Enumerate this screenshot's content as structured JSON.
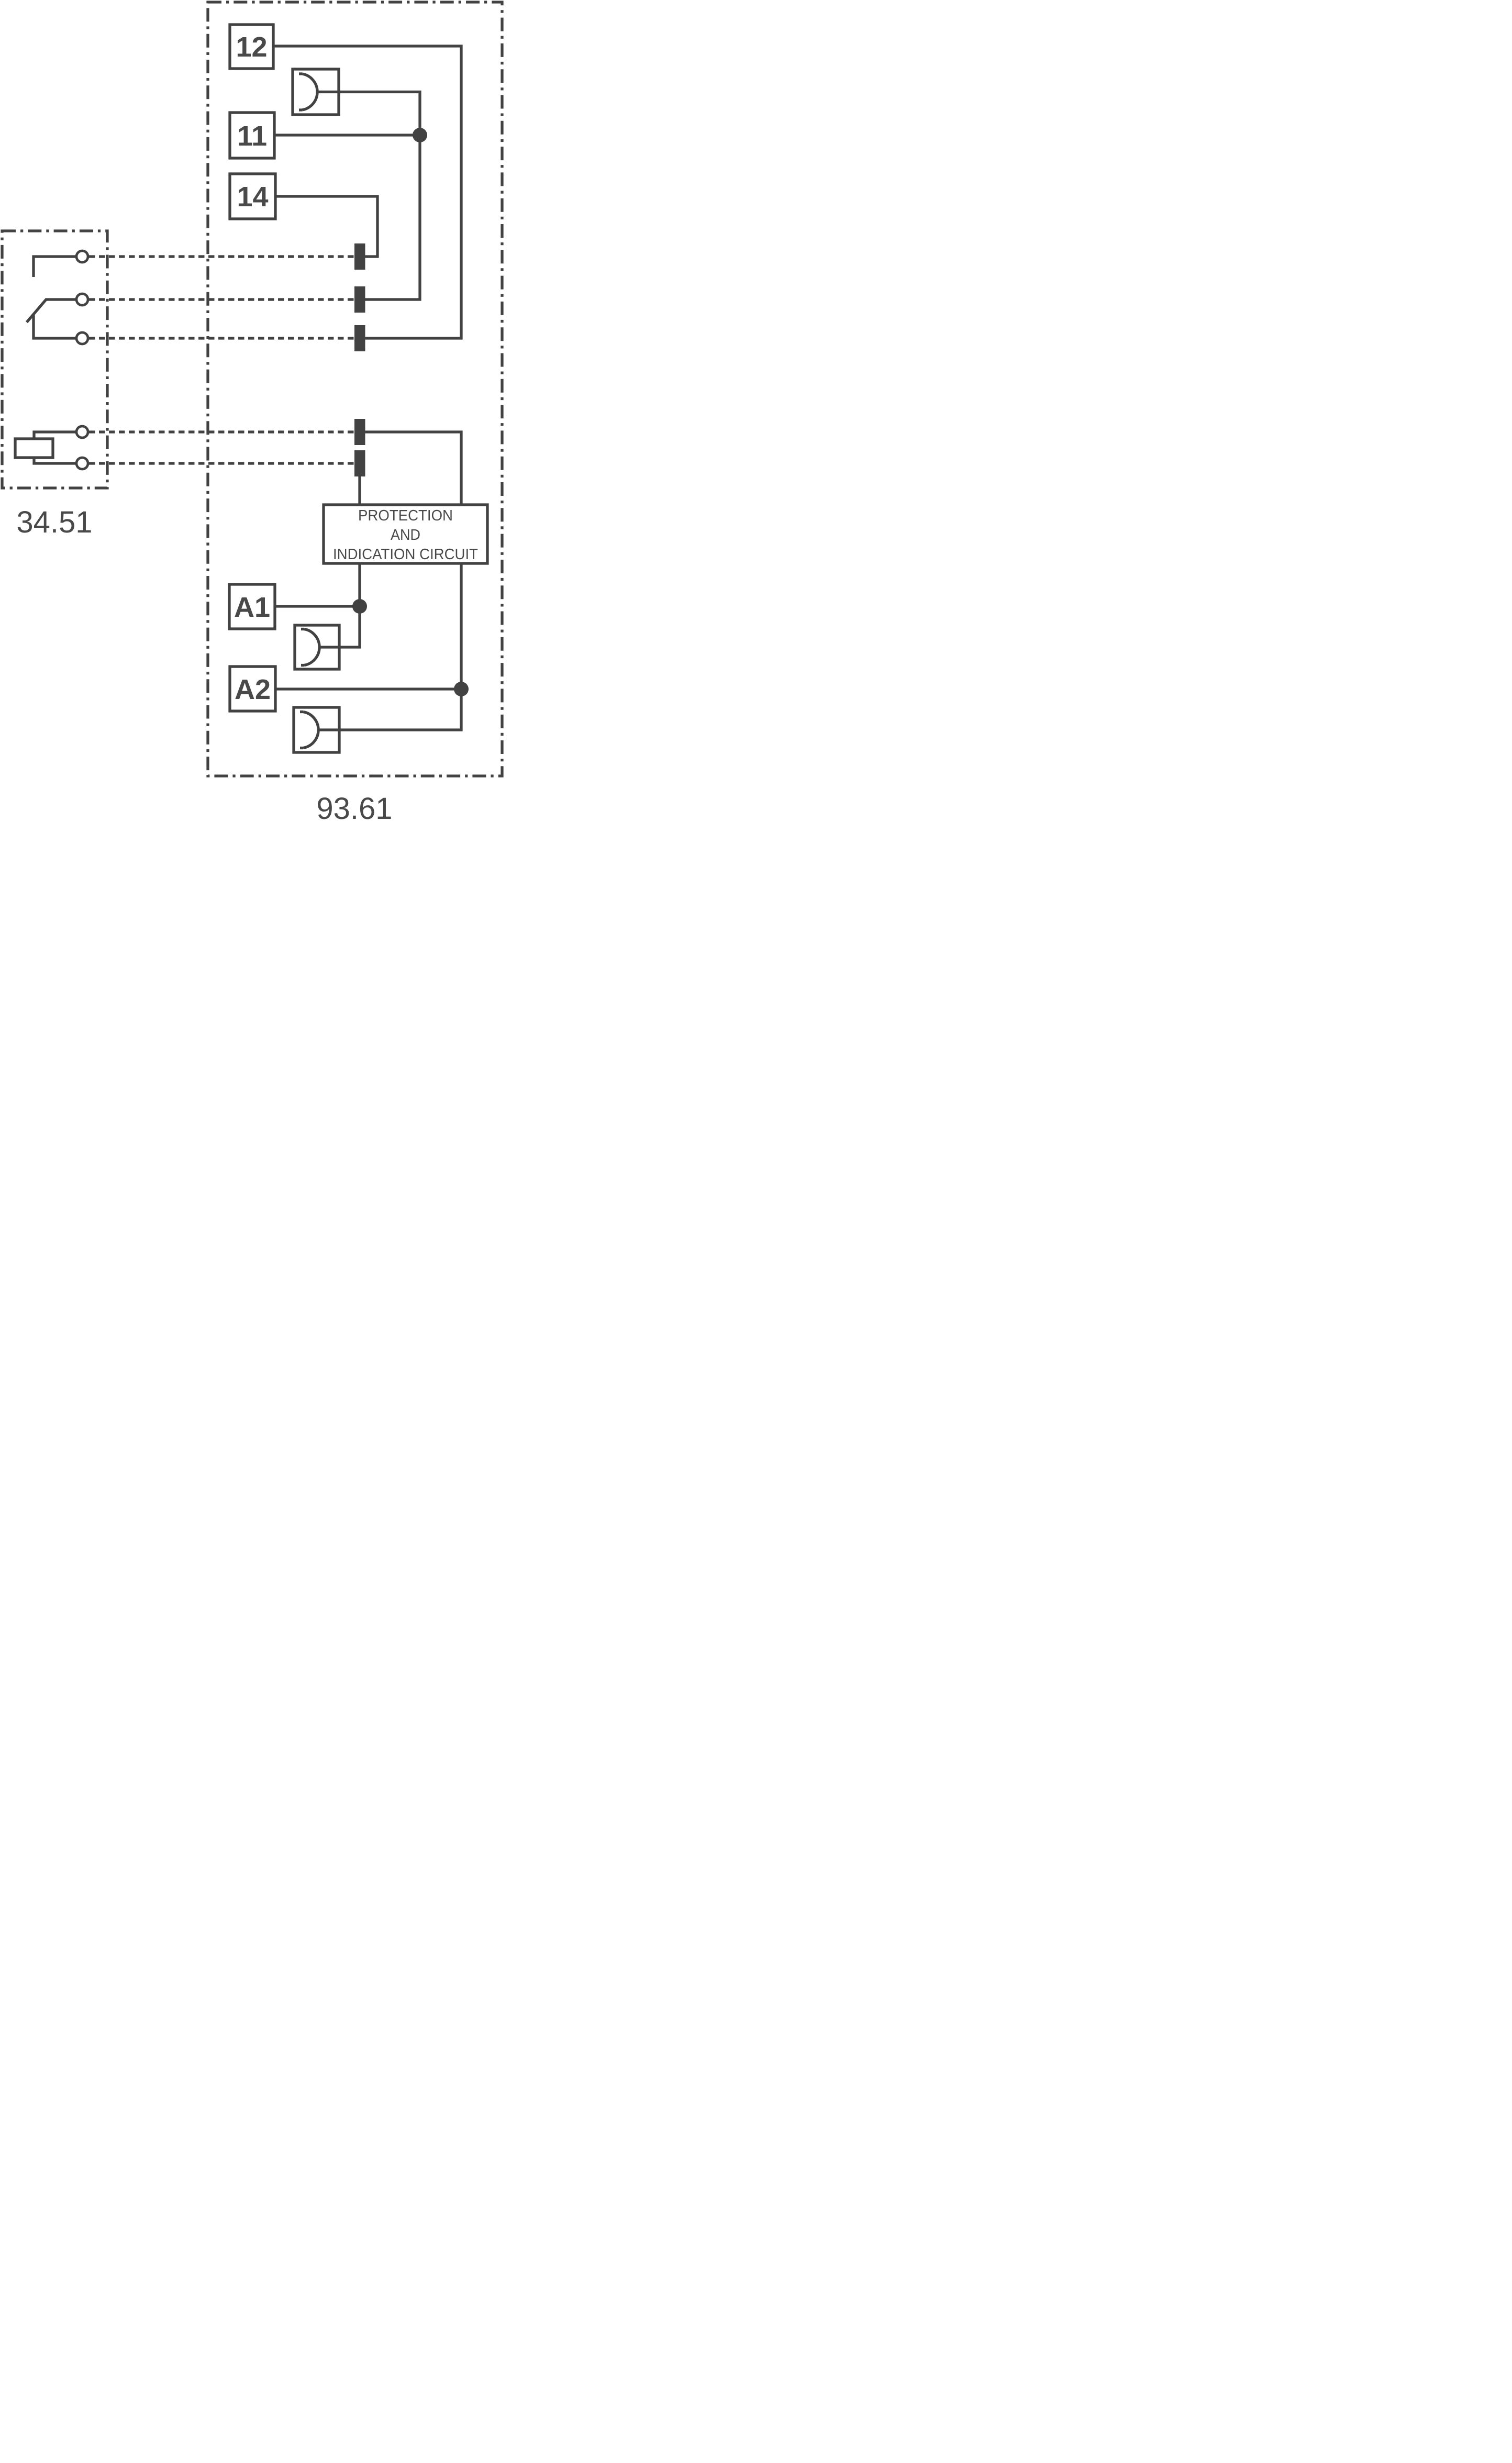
{
  "colors": {
    "line": "#424242",
    "text": "#494949",
    "background": "#ffffff"
  },
  "relay_module": {
    "label": "34.51"
  },
  "socket_module": {
    "label": "93.61",
    "terminals": {
      "t12": "12",
      "t11": "11",
      "t14": "14",
      "a1": "A1",
      "a2": "A2"
    },
    "protection_circuit": {
      "line1": "PROTECTION",
      "line2": "AND",
      "line3": "INDICATION CIRCUIT"
    }
  }
}
